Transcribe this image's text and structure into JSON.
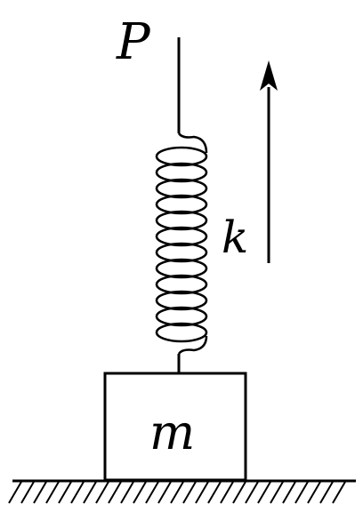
{
  "labels": {
    "point": "P",
    "spring_constant": "k",
    "mass": "m"
  },
  "colors": {
    "ink": "#000000",
    "background": "#ffffff"
  },
  "spring": {
    "coils": 12
  },
  "force_direction": "up"
}
